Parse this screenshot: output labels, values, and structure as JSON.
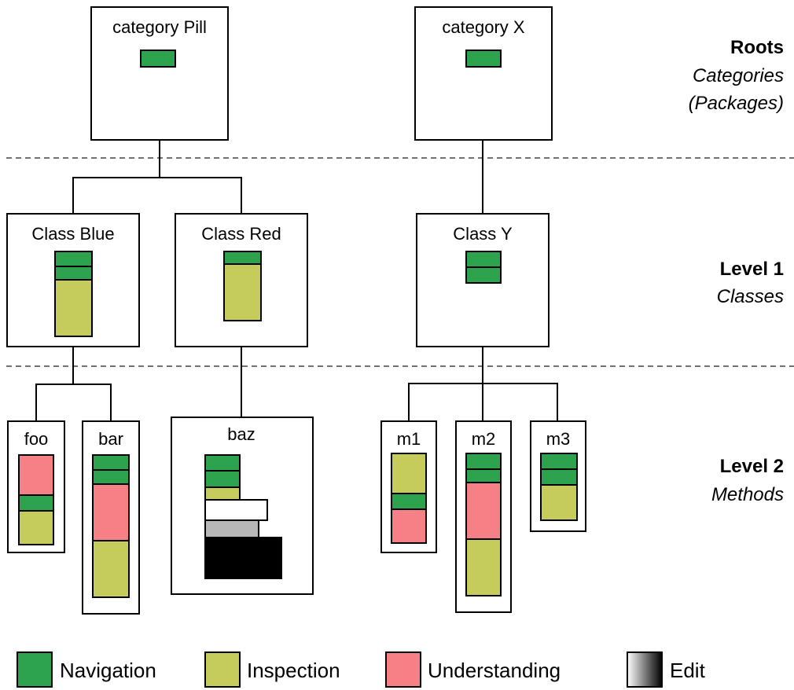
{
  "colors": {
    "navigation": "#2ea34d",
    "inspection": "#c6cc5c",
    "understanding": "#f58085",
    "edit_light": "#ffffff",
    "edit_mid": "#b8b8b8",
    "edit_dark": "#000000"
  },
  "levels": {
    "roots": {
      "title": "Roots",
      "subtitle_line1": "Categories",
      "subtitle_line2": "(Packages)"
    },
    "level1": {
      "title": "Level 1",
      "subtitle": "Classes"
    },
    "level2": {
      "title": "Level 2",
      "subtitle": "Methods"
    }
  },
  "nodes": {
    "category_pill": {
      "label": "category Pill",
      "segments": [
        "navigation"
      ]
    },
    "category_x": {
      "label": "category X",
      "segments": [
        "navigation"
      ]
    },
    "class_blue": {
      "label": "Class Blue",
      "segments": [
        "navigation",
        "navigation",
        "inspection"
      ]
    },
    "class_red": {
      "label": "Class Red",
      "segments": [
        "navigation",
        "inspection"
      ]
    },
    "class_y": {
      "label": "Class Y",
      "segments": [
        "navigation",
        "navigation"
      ]
    },
    "foo": {
      "label": "foo",
      "segments": [
        "understanding",
        "navigation",
        "inspection"
      ]
    },
    "bar": {
      "label": "bar",
      "segments": [
        "navigation",
        "navigation",
        "understanding",
        "inspection"
      ]
    },
    "baz": {
      "label": "baz",
      "segments": [
        "navigation",
        "navigation",
        "inspection",
        "edit_light",
        "edit_mid",
        "edit_dark"
      ]
    },
    "m1": {
      "label": "m1",
      "segments": [
        "inspection",
        "navigation",
        "understanding"
      ]
    },
    "m2": {
      "label": "m2",
      "segments": [
        "navigation",
        "navigation",
        "understanding",
        "inspection"
      ]
    },
    "m3": {
      "label": "m3",
      "segments": [
        "navigation",
        "navigation",
        "inspection"
      ]
    }
  },
  "legend": [
    {
      "label": "Navigation",
      "color_key": "navigation"
    },
    {
      "label": "Inspection",
      "color_key": "inspection"
    },
    {
      "label": "Understanding",
      "color_key": "understanding"
    },
    {
      "label": "Edit",
      "color_key": "edit"
    }
  ]
}
